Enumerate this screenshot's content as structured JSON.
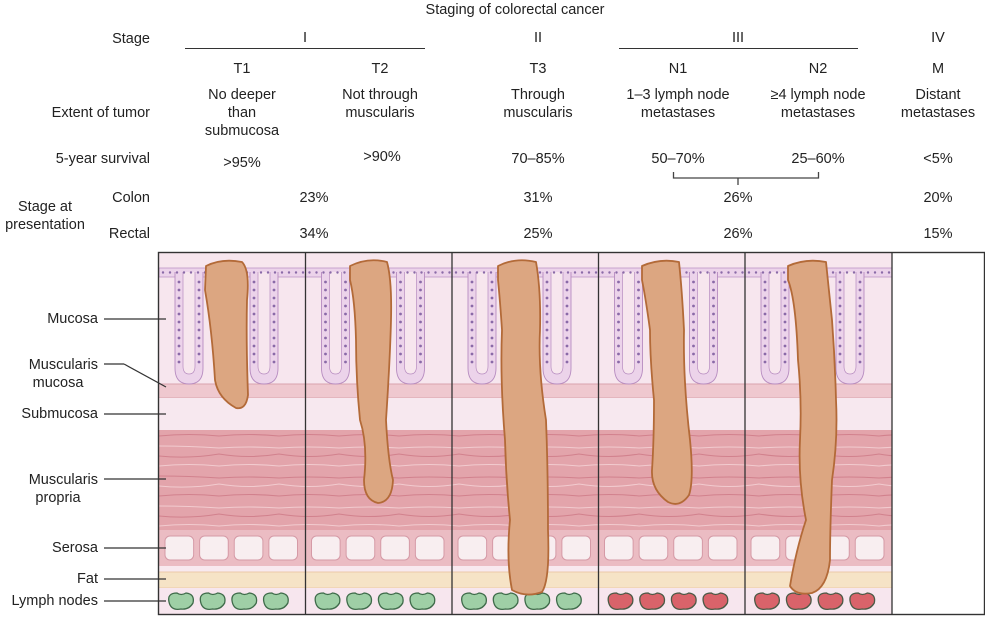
{
  "title": "Staging of colorectal cancer",
  "row_labels": {
    "stage": "Stage",
    "extent": "Extent of tumor",
    "survival": "5-year survival",
    "presentation": "Stage at\npresentation",
    "presentation_line1": "Stage at",
    "presentation_line2": "presentation",
    "colon": "Colon",
    "rectal": "Rectal"
  },
  "stages": [
    {
      "label": "I"
    },
    {
      "label": "II"
    },
    {
      "label": "III"
    },
    {
      "label": "IV"
    }
  ],
  "columns": [
    {
      "code": "T1",
      "extent_lines": [
        "No deeper",
        "than",
        "submucosa"
      ],
      "survival": ">95%",
      "tumor_depth": "submucosa",
      "lymph_nodes": "normal"
    },
    {
      "code": "T2",
      "extent_lines": [
        "Not through",
        "muscularis"
      ],
      "survival": ">90%",
      "tumor_depth": "muscularis propria",
      "lymph_nodes": "normal"
    },
    {
      "code": "T3",
      "extent_lines": [
        "Through",
        "muscularis"
      ],
      "survival": "70–85%",
      "tumor_depth": "fat",
      "lymph_nodes": "normal"
    },
    {
      "code": "N1",
      "extent_lines": [
        "1–3 lymph node",
        "metastases"
      ],
      "survival": "50–70%",
      "tumor_depth": "muscularis propria",
      "lymph_nodes": "metastatic"
    },
    {
      "code": "N2",
      "extent_lines": [
        "≥4 lymph node",
        "metastases"
      ],
      "survival": "25–60%",
      "tumor_depth": "lymph nodes",
      "lymph_nodes": "metastatic"
    },
    {
      "code": "M",
      "extent_lines": [
        "Distant",
        "metastases"
      ],
      "survival": "<5%",
      "tumor_depth": "",
      "lymph_nodes": ""
    }
  ],
  "presentation": {
    "colon": {
      "stage_I": "23%",
      "stage_II": "31%",
      "stage_III": "26%",
      "stage_IV": "20%"
    },
    "rectal": {
      "stage_I": "34%",
      "stage_II": "25%",
      "stage_III": "26%",
      "stage_IV": "15%"
    }
  },
  "layers": {
    "mucosa": "Mucosa",
    "muscularis_mucosa_line1": "Muscularis",
    "muscularis_mucosa_line2": "mucosa",
    "submucosa": "Submucosa",
    "muscularis_propria_line1": "Muscularis",
    "muscularis_propria_line2": "propria",
    "serosa": "Serosa",
    "fat": "Fat",
    "lymph_nodes": "Lymph nodes"
  },
  "colors": {
    "mucosa_bg": "#f7e6ee",
    "epithelium": "#ecd3ea",
    "epithelium_edge": "#b78cc0",
    "nucleus": "#8a6aa8",
    "muscularis_mucosa": "#efc8cf",
    "submucosa": "#f7e8ef",
    "muscularis_propria": "#e3a4ab",
    "muscle_fiber_dark": "#cf7d8a",
    "muscle_fiber_light": "#f3cfd3",
    "serosa": "#ebbcc3",
    "serosa_cell": "#f8eef0",
    "fat": "#f6e3c6",
    "lymph_bg": "#f7e6ee",
    "node_normal": "#9fcfa6",
    "node_normal_edge": "#3f6b4a",
    "node_metastatic": "#d9636a",
    "node_metastatic_edge": "#4b5a46",
    "tumor": "#dca681",
    "tumor_edge": "#b36a38"
  }
}
